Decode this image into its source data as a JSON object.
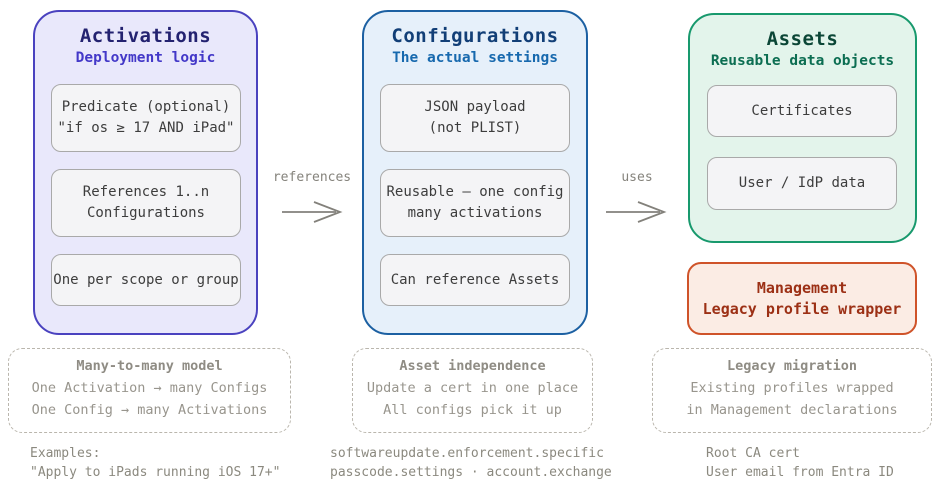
{
  "diagram": {
    "panels": {
      "activations": {
        "title": "Activations",
        "subtitle": "Deployment logic",
        "items": [
          "Predicate (optional)\n\"if os ≥ 17 AND iPad\"",
          "References 1..n\nConfigurations",
          "One per scope or group"
        ],
        "border_color": "#4a42bf",
        "fill_color": "#e9e8fb",
        "title_color": "#232270",
        "subtitle_color": "#4338c8"
      },
      "configurations": {
        "title": "Configurations",
        "subtitle": "The actual settings",
        "items": [
          "JSON payload\n(not PLIST)",
          "Reusable — one config\nmany activations",
          "Can reference Assets"
        ],
        "border_color": "#1c60a2",
        "fill_color": "#e6f0fa",
        "title_color": "#123f77",
        "subtitle_color": "#1769ae"
      },
      "assets": {
        "title": "Assets",
        "subtitle": "Reusable data objects",
        "items": [
          "Certificates",
          "User / IdP data"
        ],
        "border_color": "#18996d",
        "fill_color": "#e3f4eb",
        "title_color": "#0b4636",
        "subtitle_color": "#0c6e52"
      },
      "management": {
        "title": "Management",
        "subtitle": "Legacy profile wrapper",
        "border_color": "#cf5329",
        "fill_color": "#fbece4",
        "text_color": "#9c3015"
      }
    },
    "arrows": [
      {
        "label": "references",
        "icon": "arrow-right-icon",
        "color": "#83817b"
      },
      {
        "label": "uses",
        "icon": "arrow-right-icon",
        "color": "#83817b"
      }
    ],
    "notes": [
      {
        "title": "Many-to-many model",
        "lines": [
          "One Activation → many Configs",
          "One Config → many Activations"
        ]
      },
      {
        "title": "Asset independence",
        "lines": [
          "Update a cert in one place",
          "All configs pick it up"
        ]
      },
      {
        "title": "Legacy migration",
        "lines": [
          "Existing profiles wrapped",
          "in Management declarations"
        ]
      }
    ],
    "footnotes": [
      {
        "lines": [
          "Examples:",
          "\"Apply to iPads running iOS 17+\""
        ]
      },
      {
        "lines": [
          "softwareupdate.enforcement.specific",
          "passcode.settings · account.exchange"
        ]
      },
      {
        "lines": [
          "Root CA cert",
          "User email from Entra ID"
        ]
      }
    ]
  }
}
